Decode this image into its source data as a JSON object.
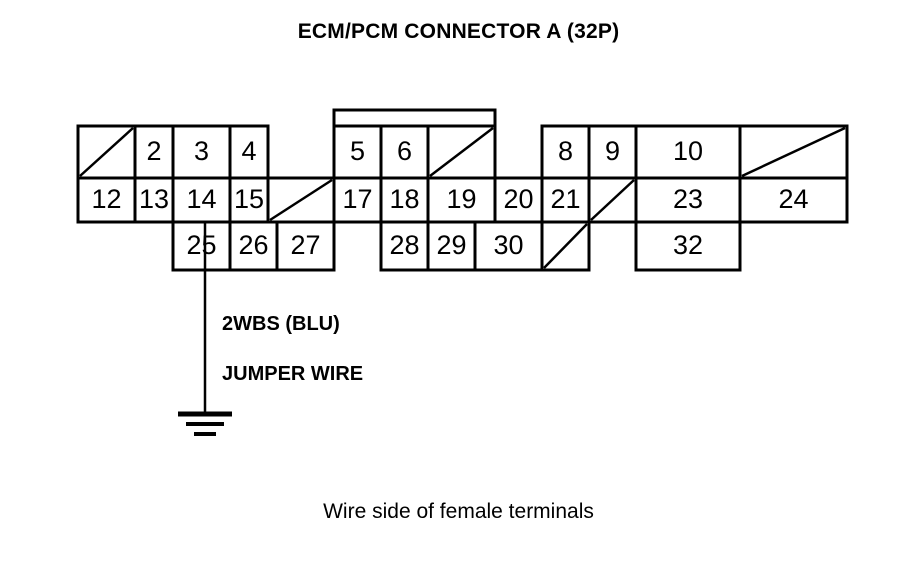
{
  "title": "ECM/PCM CONNECTOR A (32P)",
  "caption": "Wire side of female terminals",
  "wire": {
    "label_line1": "2WBS (BLU)",
    "label_line2": "JUMPER WIRE",
    "attached_terminal": "25",
    "ground_symbol": "earth-ground"
  },
  "connector": {
    "type": "32P",
    "rows": 3,
    "terminals_present": [
      2,
      3,
      4,
      5,
      6,
      8,
      9,
      10,
      12,
      13,
      14,
      15,
      17,
      18,
      19,
      20,
      21,
      23,
      24,
      25,
      26,
      27,
      28,
      29,
      30,
      32
    ],
    "blank_cells": [
      1,
      7,
      11,
      16,
      22,
      31
    ],
    "row1": [
      {
        "label": "",
        "blank": true
      },
      {
        "label": "2",
        "blank": false
      },
      {
        "label": "3",
        "blank": false
      },
      {
        "label": "4",
        "blank": false
      },
      {
        "label": "5",
        "blank": false
      },
      {
        "label": "6",
        "blank": false
      },
      {
        "label": "",
        "blank": true
      },
      {
        "label": "8",
        "blank": false
      },
      {
        "label": "9",
        "blank": false
      },
      {
        "label": "10",
        "blank": false
      },
      {
        "label": "",
        "blank": true
      }
    ],
    "row2": [
      {
        "label": "12",
        "blank": false
      },
      {
        "label": "13",
        "blank": false
      },
      {
        "label": "14",
        "blank": false
      },
      {
        "label": "15",
        "blank": false
      },
      {
        "label": "",
        "blank": true
      },
      {
        "label": "17",
        "blank": false
      },
      {
        "label": "18",
        "blank": false
      },
      {
        "label": "19",
        "blank": false
      },
      {
        "label": "20",
        "blank": false
      },
      {
        "label": "21",
        "blank": false
      },
      {
        "label": "",
        "blank": true
      },
      {
        "label": "23",
        "blank": false
      },
      {
        "label": "24",
        "blank": false
      }
    ],
    "row3": [
      {
        "label": "25",
        "blank": false
      },
      {
        "label": "26",
        "blank": false
      },
      {
        "label": "27",
        "blank": false
      },
      {
        "label": "28",
        "blank": false
      },
      {
        "label": "29",
        "blank": false
      },
      {
        "label": "30",
        "blank": false
      },
      {
        "label": "",
        "blank": true
      },
      {
        "label": "32",
        "blank": false
      }
    ]
  },
  "colors": {
    "line": "#000000",
    "background": "#ffffff",
    "text": "#000000"
  }
}
